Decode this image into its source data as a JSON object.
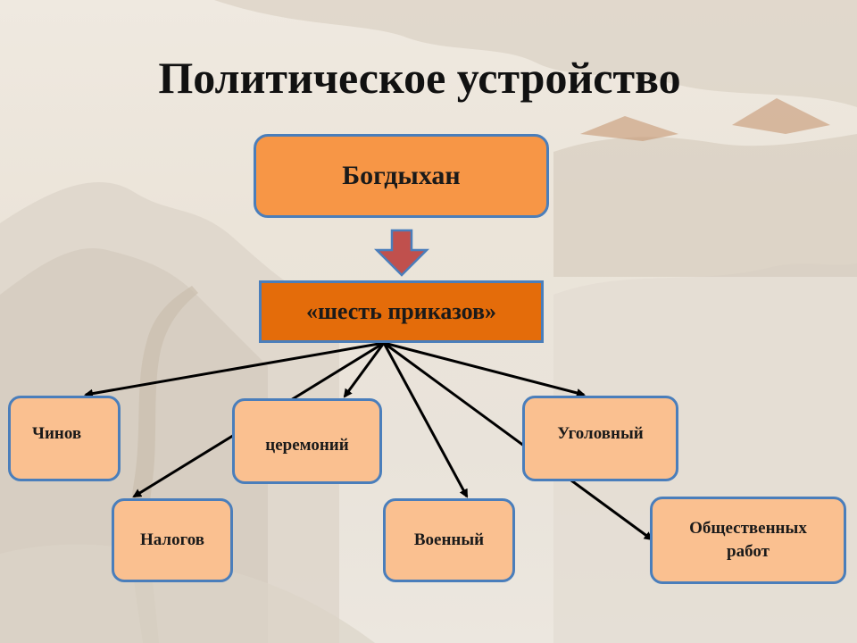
{
  "title": "Политическое устройство",
  "top_node": {
    "label": "Богдыхан"
  },
  "mid_node": {
    "label": "«шесть приказов»"
  },
  "leaves": {
    "chinov": "Чинов",
    "ceremoniy": "церемоний",
    "ugolovny": "Уголовный",
    "nalogov": "Налогов",
    "voenny": "Военный",
    "obshchestvennykh_line1": "Общественных",
    "obshchestvennykh_line2": "работ"
  },
  "colors": {
    "top_fill": "#f79646",
    "mid_fill": "#e46c0a",
    "leaf_fill": "#fac090",
    "border": "#4a7ebb",
    "arrow_fill": "#c0504d"
  }
}
